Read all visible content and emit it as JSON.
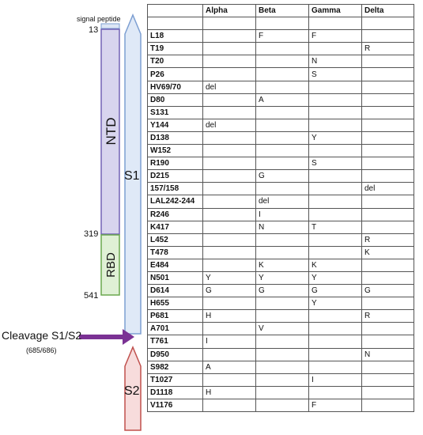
{
  "diagram": {
    "signal_peptide_label": "signal peptide",
    "tick_13": "13",
    "tick_319": "319",
    "tick_541": "541",
    "ntd_label": "NTD",
    "rbd_label": "RBD",
    "s1_label": "S1",
    "s2_label": "S2",
    "cleavage_label": "Cleavage S1/S2",
    "cleavage_positions": "(685/686)",
    "colors": {
      "signal_peptide": "#dce6f5",
      "ntd_fill": "#d8d5ee",
      "ntd_stroke": "#7264b5",
      "rbd_fill": "#dff0d5",
      "rbd_stroke": "#6aa84f",
      "s1_fill": "#dfe9f7",
      "s1_stroke": "#7d9fd2",
      "s2_fill": "#f7dcdc",
      "s2_stroke": "#c0504d",
      "cleavage_arrow": "#7b3294"
    }
  },
  "table": {
    "columns": [
      "",
      "Alpha",
      "Beta",
      "Gamma",
      "Delta"
    ],
    "rows": [
      [
        "",
        "",
        "",
        "",
        ""
      ],
      [
        "L18",
        "",
        "F",
        "F",
        ""
      ],
      [
        "T19",
        "",
        "",
        "",
        "R"
      ],
      [
        "T20",
        "",
        "",
        "N",
        ""
      ],
      [
        "P26",
        "",
        "",
        "S",
        ""
      ],
      [
        "HV69/70",
        "del",
        "",
        "",
        ""
      ],
      [
        "D80",
        "",
        "A",
        "",
        ""
      ],
      [
        "S131",
        "",
        "",
        "",
        ""
      ],
      [
        "Y144",
        "del",
        "",
        "",
        ""
      ],
      [
        "D138",
        "",
        "",
        "Y",
        ""
      ],
      [
        "W152",
        "",
        "",
        "",
        ""
      ],
      [
        "R190",
        "",
        "",
        "S",
        ""
      ],
      [
        "D215",
        "",
        "G",
        "",
        ""
      ],
      [
        "157/158",
        "",
        "",
        "",
        "del"
      ],
      [
        "LAL242-244",
        "",
        "del",
        "",
        ""
      ],
      [
        "R246",
        "",
        "I",
        "",
        ""
      ],
      [
        "K417",
        "",
        "N",
        "T",
        ""
      ],
      [
        "L452",
        "",
        "",
        "",
        "R"
      ],
      [
        "T478",
        "",
        "",
        "",
        "K"
      ],
      [
        "E484",
        "",
        "K",
        "K",
        ""
      ],
      [
        "N501",
        "Y",
        "Y",
        "Y",
        ""
      ],
      [
        "D614",
        "G",
        "G",
        "G",
        "G"
      ],
      [
        "H655",
        "",
        "",
        "Y",
        ""
      ],
      [
        "P681",
        "H",
        "",
        "",
        "R"
      ],
      [
        "A701",
        "",
        "V",
        "",
        ""
      ],
      [
        "T761",
        "I",
        "",
        "",
        ""
      ],
      [
        "D950",
        "",
        "",
        "",
        "N"
      ],
      [
        "S982",
        "A",
        "",
        "",
        ""
      ],
      [
        "T1027",
        "",
        "",
        "I",
        ""
      ],
      [
        "D1118",
        "H",
        "",
        "",
        ""
      ],
      [
        "V1176",
        "",
        "",
        "F",
        ""
      ]
    ]
  }
}
